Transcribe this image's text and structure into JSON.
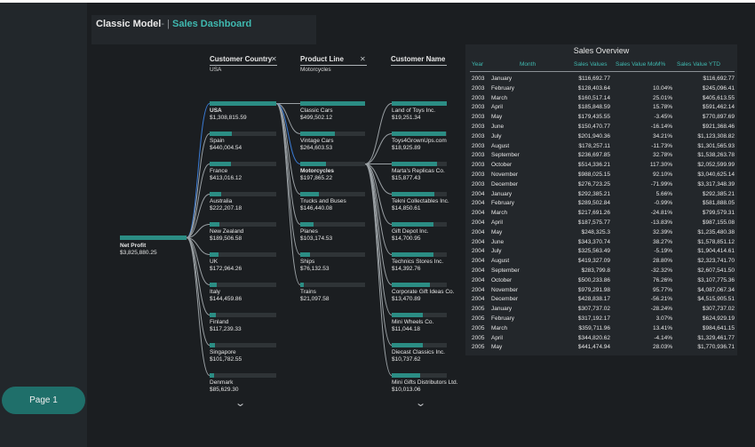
{
  "title": {
    "part1": "Classic Model",
    "separator": "- | ",
    "part2": "Sales Dashboard"
  },
  "nav": {
    "page_button": "Page 1"
  },
  "tree": {
    "root": {
      "label": "Net Profit",
      "value": "$3,825,880.25"
    },
    "levels": [
      {
        "header": "Customer Country",
        "filter": "USA",
        "has_clear": true
      },
      {
        "header": "Product Line",
        "filter": "Motorcycles",
        "has_clear": true
      },
      {
        "header": "Customer Name",
        "filter": "",
        "has_clear": false
      }
    ],
    "countries": [
      {
        "label": "USA",
        "value": "$1,308,815.59",
        "share": 1.0,
        "selected": true
      },
      {
        "label": "Spain",
        "value": "$440,004.54",
        "share": 0.336
      },
      {
        "label": "France",
        "value": "$413,016.12",
        "share": 0.316
      },
      {
        "label": "Australia",
        "value": "$222,207.18",
        "share": 0.17
      },
      {
        "label": "New Zealand",
        "value": "$189,506.58",
        "share": 0.145
      },
      {
        "label": "UK",
        "value": "$172,964.26",
        "share": 0.132
      },
      {
        "label": "Italy",
        "value": "$144,459.86",
        "share": 0.11
      },
      {
        "label": "Finland",
        "value": "$117,239.33",
        "share": 0.09
      },
      {
        "label": "Singapore",
        "value": "$101,782.55",
        "share": 0.078
      },
      {
        "label": "Denmark",
        "value": "$85,629.30",
        "share": 0.065
      }
    ],
    "products": [
      {
        "label": "Classic Cars",
        "value": "$499,502.12",
        "share": 1.0
      },
      {
        "label": "Vintage Cars",
        "value": "$264,603.53",
        "share": 0.53
      },
      {
        "label": "Motorcycles",
        "value": "$197,865.22",
        "share": 0.4,
        "selected": true
      },
      {
        "label": "Trucks and Buses",
        "value": "$146,440.08",
        "share": 0.29
      },
      {
        "label": "Planes",
        "value": "$103,174.53",
        "share": 0.21
      },
      {
        "label": "Ships",
        "value": "$76,132.53",
        "share": 0.15
      },
      {
        "label": "Trains",
        "value": "$21,097.58",
        "share": 0.04
      }
    ],
    "customers": [
      {
        "label": "Land of Toys Inc.",
        "value": "$19,251.34",
        "share": 1.0
      },
      {
        "label": "Toys4GrownUps.com",
        "value": "$18,925.89",
        "share": 0.98
      },
      {
        "label": "Marta's Replicas Co.",
        "value": "$15,877.43",
        "share": 0.82
      },
      {
        "label": "Tekni Collectables Inc.",
        "value": "$14,850.61",
        "share": 0.77
      },
      {
        "label": "Gift Depot Inc.",
        "value": "$14,700.95",
        "share": 0.76
      },
      {
        "label": "Technics Stores Inc.",
        "value": "$14,392.76",
        "share": 0.75
      },
      {
        "label": "Corporate Gift Ideas Co.",
        "value": "$13,470.89",
        "share": 0.7
      },
      {
        "label": "Mini Wheels Co.",
        "value": "$11,044.18",
        "share": 0.57
      },
      {
        "label": "Diecast Classics Inc.",
        "value": "$10,737.62",
        "share": 0.56
      },
      {
        "label": "Mini Gifts Distributors Ltd.",
        "value": "$10,013.06",
        "share": 0.52
      }
    ]
  },
  "table": {
    "title": "Sales Overview",
    "columns": [
      "Year",
      "Month",
      "Sales Values",
      "Sales Value MoM%",
      "Sales Value YTD"
    ],
    "rows": [
      [
        "2003",
        "January",
        "$116,692.77",
        "",
        "$116,692.77"
      ],
      [
        "2003",
        "February",
        "$128,403.64",
        "10.04%",
        "$245,096.41"
      ],
      [
        "2003",
        "March",
        "$160,517.14",
        "25.01%",
        "$405,613.55"
      ],
      [
        "2003",
        "April",
        "$185,848.59",
        "15.78%",
        "$591,462.14"
      ],
      [
        "2003",
        "May",
        "$179,435.55",
        "-3.45%",
        "$770,897.69"
      ],
      [
        "2003",
        "June",
        "$150,470.77",
        "-16.14%",
        "$921,368.46"
      ],
      [
        "2003",
        "July",
        "$201,940.36",
        "34.21%",
        "$1,123,308.82"
      ],
      [
        "2003",
        "August",
        "$178,257.11",
        "-11.73%",
        "$1,301,565.93"
      ],
      [
        "2003",
        "September",
        "$236,697.85",
        "32.78%",
        "$1,538,263.78"
      ],
      [
        "2003",
        "October",
        "$514,336.21",
        "117.30%",
        "$2,052,599.99"
      ],
      [
        "2003",
        "November",
        "$988,025.15",
        "92.10%",
        "$3,040,625.14"
      ],
      [
        "2003",
        "December",
        "$276,723.25",
        "-71.99%",
        "$3,317,348.39"
      ],
      [
        "2004",
        "January",
        "$292,385.21",
        "5.66%",
        "$292,385.21"
      ],
      [
        "2004",
        "February",
        "$289,502.84",
        "-0.99%",
        "$581,888.05"
      ],
      [
        "2004",
        "March",
        "$217,691.26",
        "-24.81%",
        "$799,579.31"
      ],
      [
        "2004",
        "April",
        "$187,575.77",
        "-13.83%",
        "$987,155.08"
      ],
      [
        "2004",
        "May",
        "$248,325.3",
        "32.39%",
        "$1,235,480.38"
      ],
      [
        "2004",
        "June",
        "$343,370.74",
        "38.27%",
        "$1,578,851.12"
      ],
      [
        "2004",
        "July",
        "$325,563.49",
        "-5.19%",
        "$1,904,414.61"
      ],
      [
        "2004",
        "August",
        "$419,327.09",
        "28.80%",
        "$2,323,741.70"
      ],
      [
        "2004",
        "September",
        "$283,799.8",
        "-32.32%",
        "$2,607,541.50"
      ],
      [
        "2004",
        "October",
        "$500,233.86",
        "76.26%",
        "$3,107,775.36"
      ],
      [
        "2004",
        "November",
        "$979,291.98",
        "95.77%",
        "$4,087,067.34"
      ],
      [
        "2004",
        "December",
        "$428,838.17",
        "-56.21%",
        "$4,515,905.51"
      ],
      [
        "2005",
        "January",
        "$307,737.02",
        "-28.24%",
        "$307,737.02"
      ],
      [
        "2005",
        "February",
        "$317,192.17",
        "3.07%",
        "$624,929.19"
      ],
      [
        "2005",
        "March",
        "$359,711.96",
        "13.41%",
        "$984,641.15"
      ],
      [
        "2005",
        "April",
        "$344,820.62",
        "-4.14%",
        "$1,329,461.77"
      ],
      [
        "2005",
        "May",
        "$441,474.94",
        "28.03%",
        "$1,770,936.71"
      ]
    ]
  },
  "colors": {
    "accent": "#3fb9b0",
    "bar": "#2b8d84",
    "page_button": "#1f6f6a",
    "path_highlight": "#3a7bd5"
  }
}
